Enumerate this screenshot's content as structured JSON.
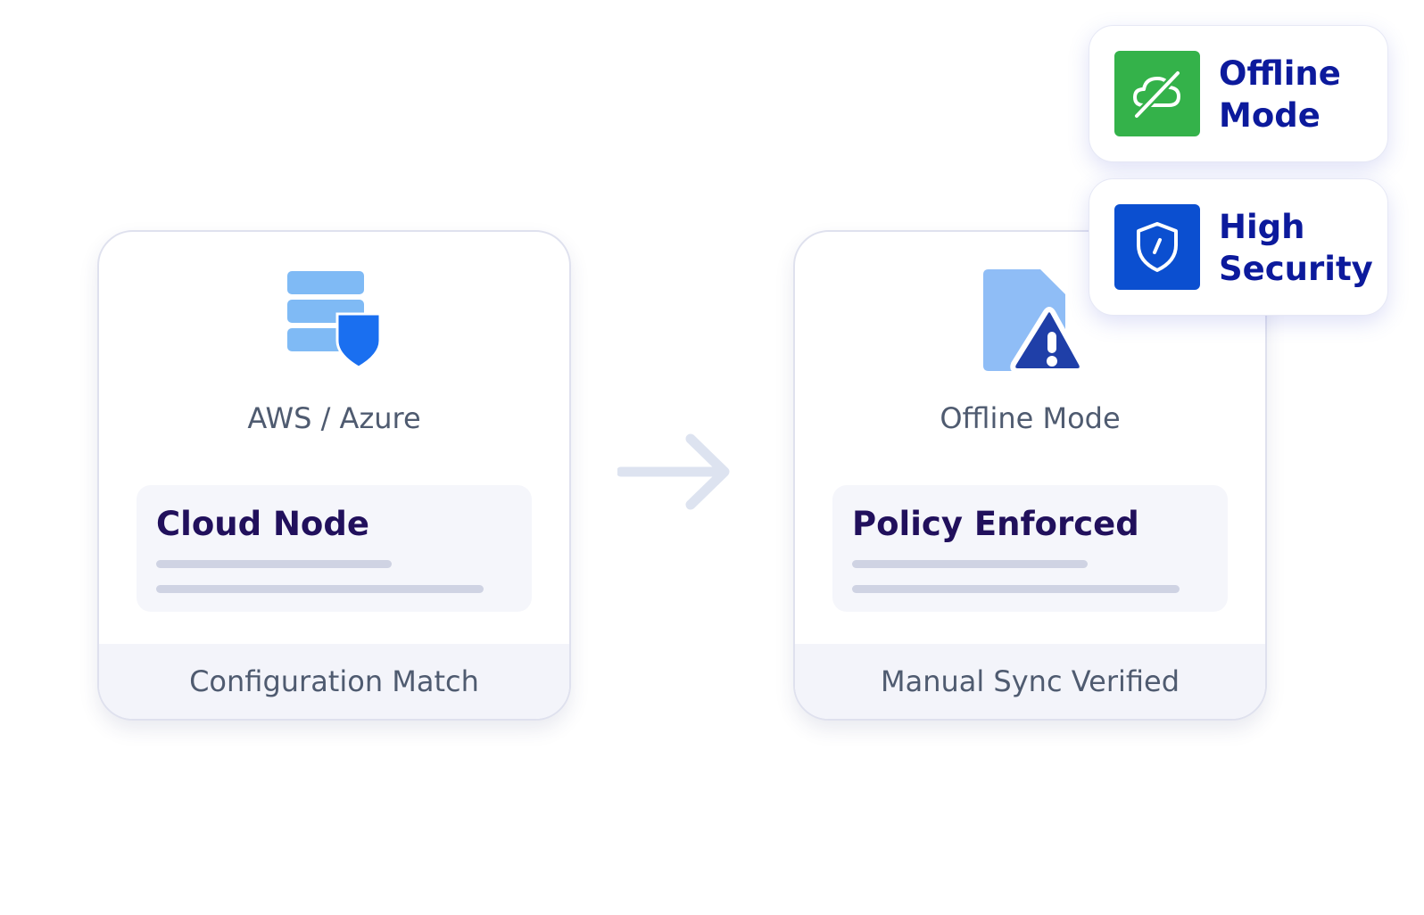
{
  "cards": [
    {
      "icon": "database-shield-icon",
      "subtitle": "AWS / Azure",
      "title": "Cloud Node",
      "footer": "Configuration Match"
    },
    {
      "icon": "document-warning-icon",
      "subtitle": "Offline Mode",
      "title": "Policy Enforced",
      "footer": "Manual Sync Verified"
    }
  ],
  "arrow": {
    "icon": "arrow-right-icon"
  },
  "badges": [
    {
      "icon": "cloud-off-icon",
      "label": "Offline\nMode",
      "color": "#34b24a"
    },
    {
      "icon": "shield-check-icon",
      "label": "High\nSecurity",
      "color": "#0b4fd0"
    }
  ],
  "colors": {
    "title": "#21105c",
    "badge_text": "#0c1a9c",
    "muted_text": "#4f5b70",
    "icon_light_blue": "#7fbaf5",
    "icon_blue": "#1a6ff0",
    "warning_navy": "#1f3fa8"
  }
}
